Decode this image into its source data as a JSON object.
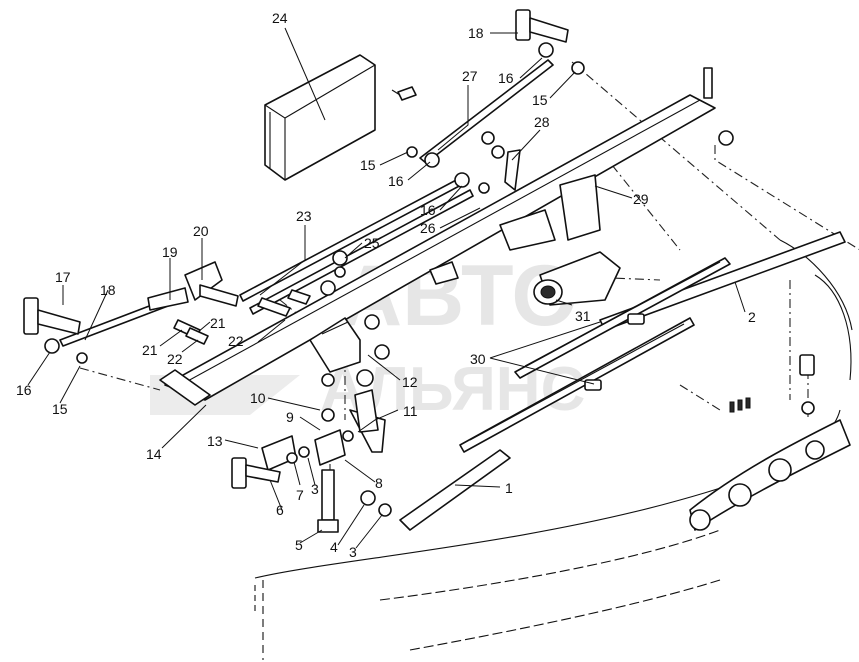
{
  "watermark": {
    "line1": "АВТО",
    "line2": "АЛЬЯНС"
  },
  "callouts": [
    "24",
    "18",
    "27",
    "16",
    "15",
    "28",
    "15",
    "16",
    "29",
    "16",
    "26",
    "23",
    "25",
    "20",
    "19",
    "17",
    "18",
    "21",
    "21",
    "22",
    "22",
    "16",
    "15",
    "14",
    "12",
    "10",
    "11",
    "9",
    "13",
    "7",
    "3",
    "8",
    "6",
    "5",
    "4",
    "3",
    "31",
    "30",
    "2",
    "1"
  ]
}
